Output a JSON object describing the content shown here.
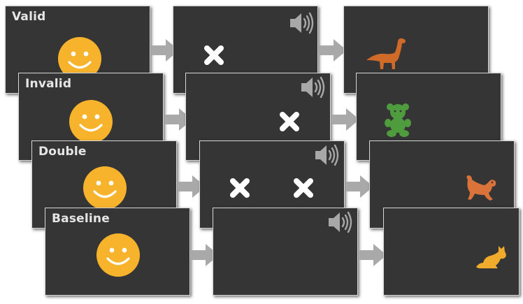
{
  "rows": [
    {
      "condition_label": "Valid",
      "frame2_cues": [
        {
          "symbol": "cross"
        }
      ],
      "frame3_target": "dinosaur",
      "target_color": "#d06a28"
    },
    {
      "condition_label": "Invalid",
      "frame2_cues": [
        {
          "symbol": "cross"
        }
      ],
      "frame3_target": "teddy-bear",
      "target_color": "#4f9c3e"
    },
    {
      "condition_label": "Double",
      "frame2_cues": [
        {
          "symbol": "cross"
        },
        {
          "symbol": "cross"
        }
      ],
      "frame3_target": "dog",
      "target_color": "#d9733a"
    },
    {
      "condition_label": "Baseline",
      "frame2_cues": [],
      "frame3_target": "cat",
      "target_color": "#f0aa2c"
    }
  ],
  "colors": {
    "panel": "#353535",
    "smiley": "#f7b32b",
    "cross": "#ffffff",
    "speaker": "#a8a8a8",
    "arrow": "#a9a9a9"
  },
  "icons": [
    "smiley-face-icon",
    "cross-icon",
    "speaker-icon",
    "arrow-icon",
    "dinosaur-icon",
    "teddy-bear-icon",
    "dog-icon",
    "cat-icon"
  ]
}
